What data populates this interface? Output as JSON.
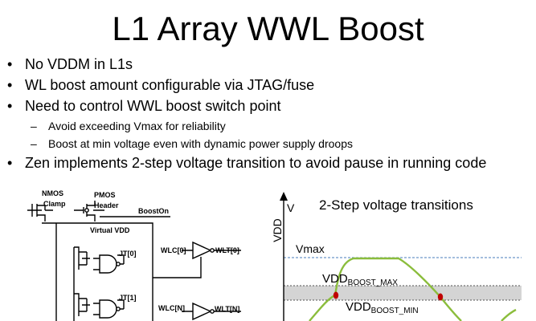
{
  "slide": {
    "title": "L1 Array WWL Boost",
    "bullets": [
      {
        "text": "No VDDM in L1s"
      },
      {
        "text": "WL boost amount configurable via JTAG/fuse"
      },
      {
        "text": "Need to control WWL boost switch point"
      },
      {
        "text": "Avoid exceeding Vmax for reliability"
      },
      {
        "text": "Boost at min voltage even with dynamic power supply droops"
      },
      {
        "text": "Zen implements 2-step voltage transition to avoid pause in running code"
      }
    ]
  },
  "circuit": {
    "nmos_clamp_line1": "NMOS",
    "nmos_clamp_line2": "Clamp",
    "pmos_header_line1": "PMOS",
    "pmos_header_line2": "Header",
    "boost_on": "BoostOn",
    "virtual_vdd": "Virtual VDD",
    "jt0": "JT[0]",
    "jt1": "JT[1]",
    "wlc0": "WLC[0]",
    "wlt0": "WLT[0]",
    "wlcn": "WLC[N]",
    "wltn": "WLT[N]"
  },
  "graph": {
    "title": "2-Step voltage transitions",
    "y_axis_v": "V",
    "y_axis_vdd": "VDD",
    "vmax": "Vmax",
    "boost_max_main": "VDD",
    "boost_max_sub": "BOOST_MAX",
    "boost_min_main": "VDD",
    "boost_min_sub": "BOOST_MIN"
  },
  "colors": {
    "curve": "#8bbd3c",
    "marker": "#c00000",
    "vmax_line": "#4a7ebb",
    "band": "#d4d4d4"
  }
}
